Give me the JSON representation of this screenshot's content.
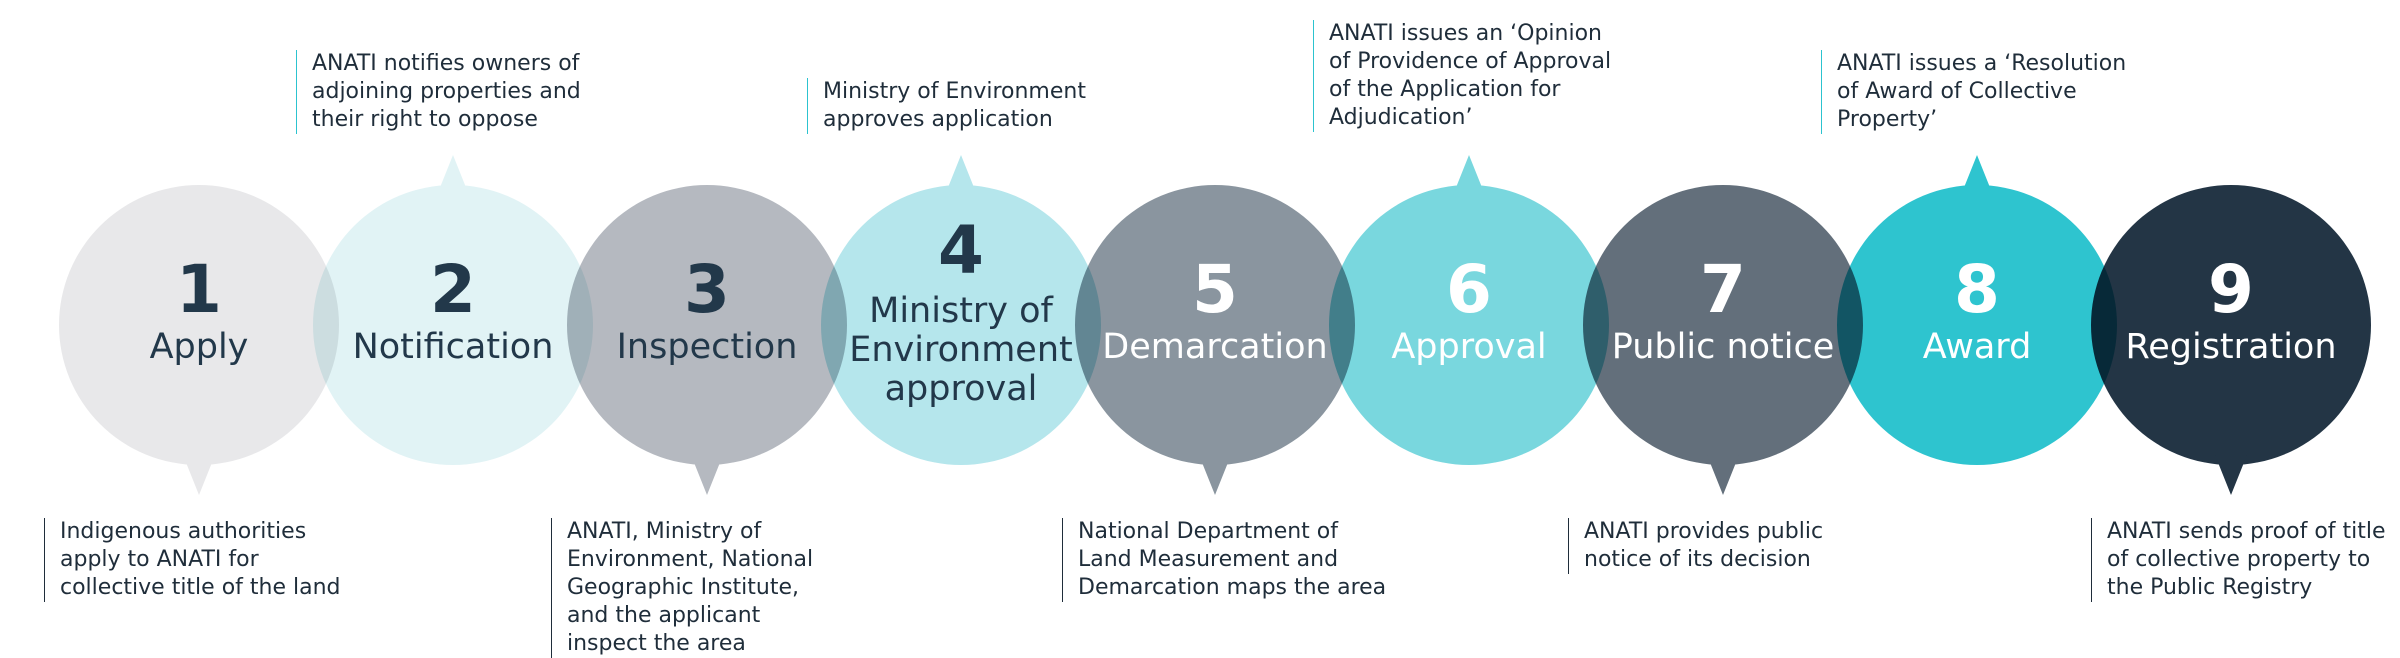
{
  "steps": [
    {
      "number": "1",
      "label": "Apply",
      "fill": "#e8e8ea",
      "text_color": "#22384a",
      "note": "Indigenous authorities\napply to ANATI for\ncollective title of the land",
      "note_pos": "below"
    },
    {
      "number": "2",
      "label": "Notification",
      "fill": "#e1f3f5",
      "text_color": "#22384a",
      "note": "ANATI notifies owners of\nadjoining properties and\ntheir right to oppose",
      "note_pos": "above"
    },
    {
      "number": "3",
      "label": "Inspection",
      "fill": "#b5b9c0",
      "text_color": "#22384a",
      "note": "ANATI, Ministry of\nEnvironment, National\nGeographic Institute,\nand the applicant\ninspect the area",
      "note_pos": "below"
    },
    {
      "number": "4",
      "label": "Ministry of\nEnvironment\napproval",
      "fill": "#b5e6ec",
      "text_color": "#22384a",
      "note": "Ministry of Environment\napproves application",
      "note_pos": "above"
    },
    {
      "number": "5",
      "label": "Demarcation",
      "fill": "#8a959f",
      "text_color": "#ffffff",
      "note": "National Department of\nLand Measurement and\nDemarcation maps the area",
      "note_pos": "below"
    },
    {
      "number": "6",
      "label": "Approval",
      "fill": "#79d7de",
      "text_color": "#ffffff",
      "note": "ANATI issues an ‘Opinion\nof Providence of Approval\nof the Application for\nAdjudication’",
      "note_pos": "above"
    },
    {
      "number": "7",
      "label": "Public notice",
      "fill": "#636f7b",
      "text_color": "#ffffff",
      "note": "ANATI provides public\nnotice of its decision",
      "note_pos": "below"
    },
    {
      "number": "8",
      "label": "Award",
      "fill": "#2ec4cf",
      "text_color": "#ffffff",
      "note": "ANATI issues a ‘Resolution\nof Award of Collective\nProperty’",
      "note_pos": "above"
    },
    {
      "number": "9",
      "label": "Registration",
      "fill": "#233545",
      "text_color": "#ffffff",
      "note": "ANATI sends proof of title\nof collective property to\nthe Public Registry",
      "note_pos": "below"
    }
  ],
  "colors": {
    "note_line_dark": "#1f2d3a",
    "note_line_teal": "#2cc3cf",
    "text_dark": "#22384a"
  }
}
